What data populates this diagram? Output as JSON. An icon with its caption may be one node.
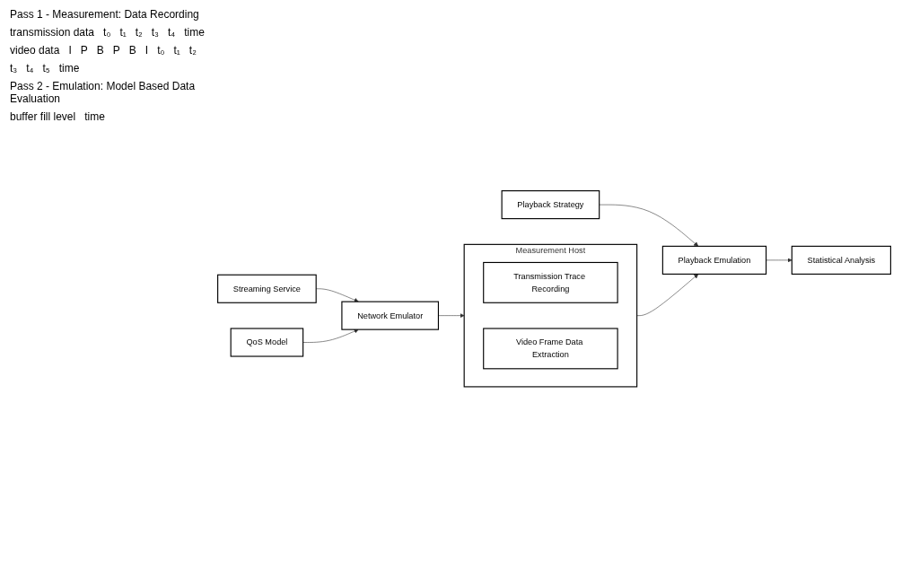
{
  "diagram": {
    "nodes": [
      {
        "text": [
          "Streaming Service"
        ]
      },
      {
        "text": [
          "Network Emulator"
        ]
      },
      {
        "text": [
          "QoS Model"
        ]
      },
      {
        "text": [
          "Measurement Host"
        ]
      },
      {
        "text": [
          "Transmission Trace Recording"
        ],
        "in": 3
      },
      {
        "text": [
          "Video Frame Data Extraction"
        ],
        "in": 3
      },
      {
        "text": [
          "Playback Emulation"
        ]
      },
      {
        "text": [
          "Playback Strategy"
        ]
      },
      {
        "text": [
          "Statistical Analysis"
        ]
      }
    ],
    "edges": [
      {
        "from": 0,
        "to": 1,
        "arrow": "to"
      },
      {
        "from": 2,
        "to": 1,
        "arrow": "to"
      },
      {
        "from": 1,
        "to": 3,
        "arrow": "to"
      },
      {
        "from": 3,
        "to": 6,
        "arrow": "to"
      },
      {
        "from": 7,
        "to": 6,
        "arrow": "to"
      },
      {
        "from": 6,
        "to": 8,
        "arrow": "to"
      }
    ],
    "labels": [
      "Pass 1 - Measurement: Data Recording",
      "transmission data",
      "t₀",
      "t₁",
      "t₂",
      "t₃",
      "t₄",
      "time",
      "video data",
      "I",
      "P",
      "B",
      "P",
      "B",
      "I",
      "t₀",
      "t₁",
      "t₂",
      "t₃",
      "t₄",
      "t₅",
      "time",
      "Pass 2 - Emulation: Model Based Data Evaluation",
      "buffer fill level",
      "time"
    ]
  }
}
